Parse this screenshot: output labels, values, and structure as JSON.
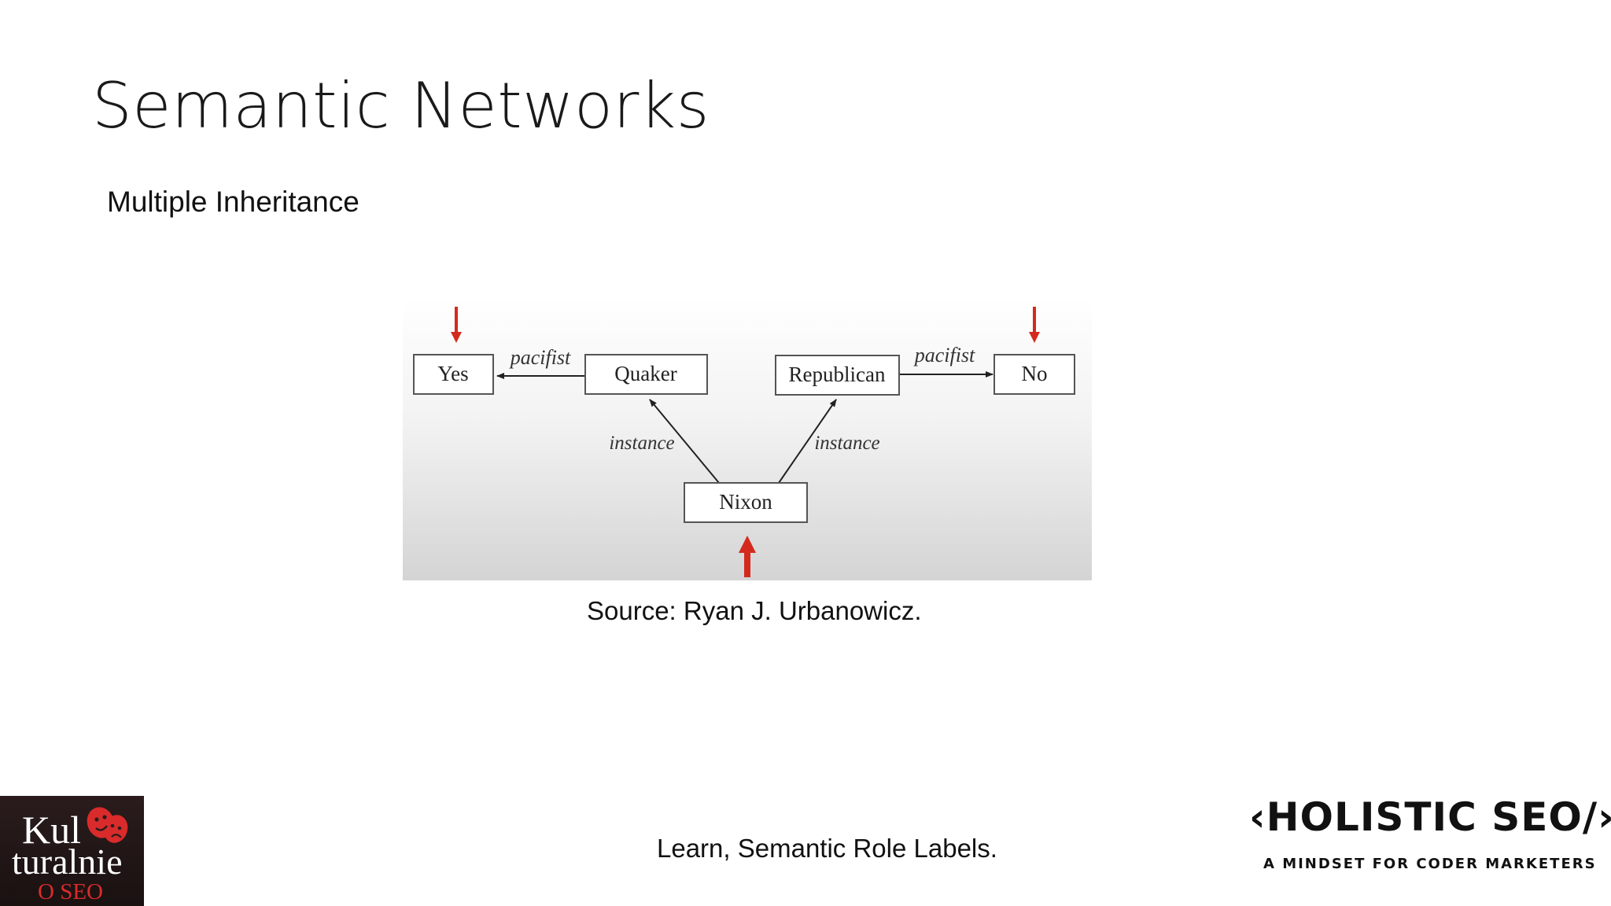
{
  "slide": {
    "title": "Semantic Networks",
    "subtitle": "Multiple Inheritance",
    "caption": "Source: Ryan J. Urbanowicz.",
    "footer": "Learn, Semantic Role Labels."
  },
  "diagram": {
    "nodes": {
      "yes": "Yes",
      "quaker": "Quaker",
      "republican": "Republican",
      "no": "No",
      "nixon": "Nixon"
    },
    "edges": {
      "quaker_yes": "pacifist",
      "republican_no": "pacifist",
      "nixon_quaker": "instance",
      "nixon_republican": "instance"
    },
    "colors": {
      "arrow_highlight": "#d42a1e",
      "box_border": "#555555"
    }
  },
  "logos": {
    "left": {
      "line1": "Kul",
      "line2": "turalnie",
      "line3": "O SEO",
      "icon": "theater-masks-icon"
    },
    "right": {
      "brand": "‹HOLISTIC SEO/›",
      "tagline": "A MINDSET FOR CODER MARKETERS"
    }
  }
}
